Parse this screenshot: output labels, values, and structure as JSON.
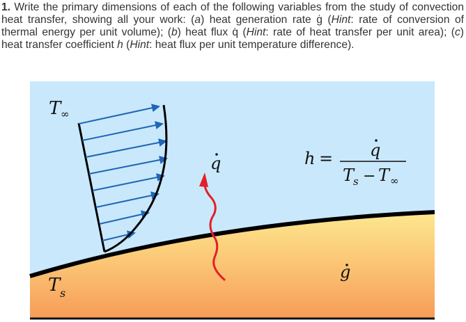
{
  "question": {
    "number": "1.",
    "intro": " Write the primary dimensions of each of the following variables from the study of convection heat transfer, showing all your work: (",
    "part_a_letter": "a",
    "part_a_text": ") heat generation rate ġ (",
    "hint_label_a": "Hint",
    "hint_a": ": rate of conversion of thermal energy per unit volume); (",
    "part_b_letter": "b",
    "part_b_text": ") heat flux q̇ (",
    "hint_label_b": "Hint",
    "hint_b": ": rate of heat transfer per unit area); (",
    "part_c_letter": "c",
    "part_c_text": ") heat transfer coefficient ",
    "h_symbol": "h",
    "part_c_open": " (",
    "hint_label_c": "Hint",
    "hint_c": ": heat flux per unit temperature difference)."
  },
  "figure": {
    "colors": {
      "fluid": "#c9e8fb",
      "solid_top": "#fde58c",
      "solid_bottom": "#f7a35c",
      "surface_line": "#000000",
      "velocity_arrows": "#1f66b5",
      "heat_arrow": "#e0202a"
    },
    "labels": {
      "t_inf": "T",
      "t_inf_sub": "∞",
      "t_s": "T",
      "t_s_sub": "s",
      "q_dot": "q",
      "g_dot": "g",
      "eq_lhs": "h =",
      "eq_num": "q",
      "eq_den_t1": "T",
      "eq_den_s": "s",
      "eq_den_minus": "−",
      "eq_den_t2": "T",
      "eq_den_inf": "∞"
    },
    "velocity_profile_arrow_count": 8
  }
}
